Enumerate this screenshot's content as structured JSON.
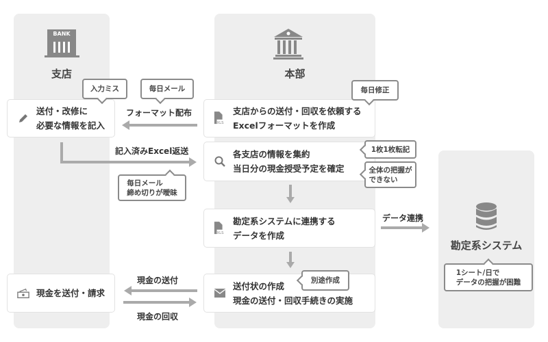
{
  "columns": {
    "branch": "支店",
    "hq": "本部",
    "system": "勘定系システム"
  },
  "bank_icon_text": "BANK",
  "cards": {
    "branch_fill": [
      "送付・改修に",
      "必要な情報を記入"
    ],
    "branch_cash": [
      "現金を送付・請求"
    ],
    "hq_format": [
      "支店からの送付・回収を依頼する",
      "Excelフォーマットを作成"
    ],
    "hq_aggregate": [
      "各支店の情報を集約",
      "当日分の現金授受予定を確定"
    ],
    "hq_data": [
      "勘定系システムに連携する",
      "データを作成"
    ],
    "hq_invoice": [
      "送付状の作成",
      "現金の送付・回収手続きの実施"
    ]
  },
  "callouts": {
    "input_error": "入力ミス",
    "daily_mail": "毎日メール",
    "daily_fix": "毎日修正",
    "transcribe": "1枚1枚転記",
    "no_overview": [
      "全体の把握が",
      "できない"
    ],
    "deadline": [
      "毎日メール",
      "締め切りが曖昧"
    ],
    "separate": "別途作成",
    "one_sheet": [
      "1シート/日で",
      "データの把握が困難"
    ]
  },
  "arrows": {
    "format_dist": "フォーマット配布",
    "excel_return": "記入済みExcel返送",
    "data_link": "データ連携",
    "cash_send": "現金の送付",
    "cash_collect": "現金の回収"
  },
  "icon_labels": {
    "xls": "XLS"
  }
}
